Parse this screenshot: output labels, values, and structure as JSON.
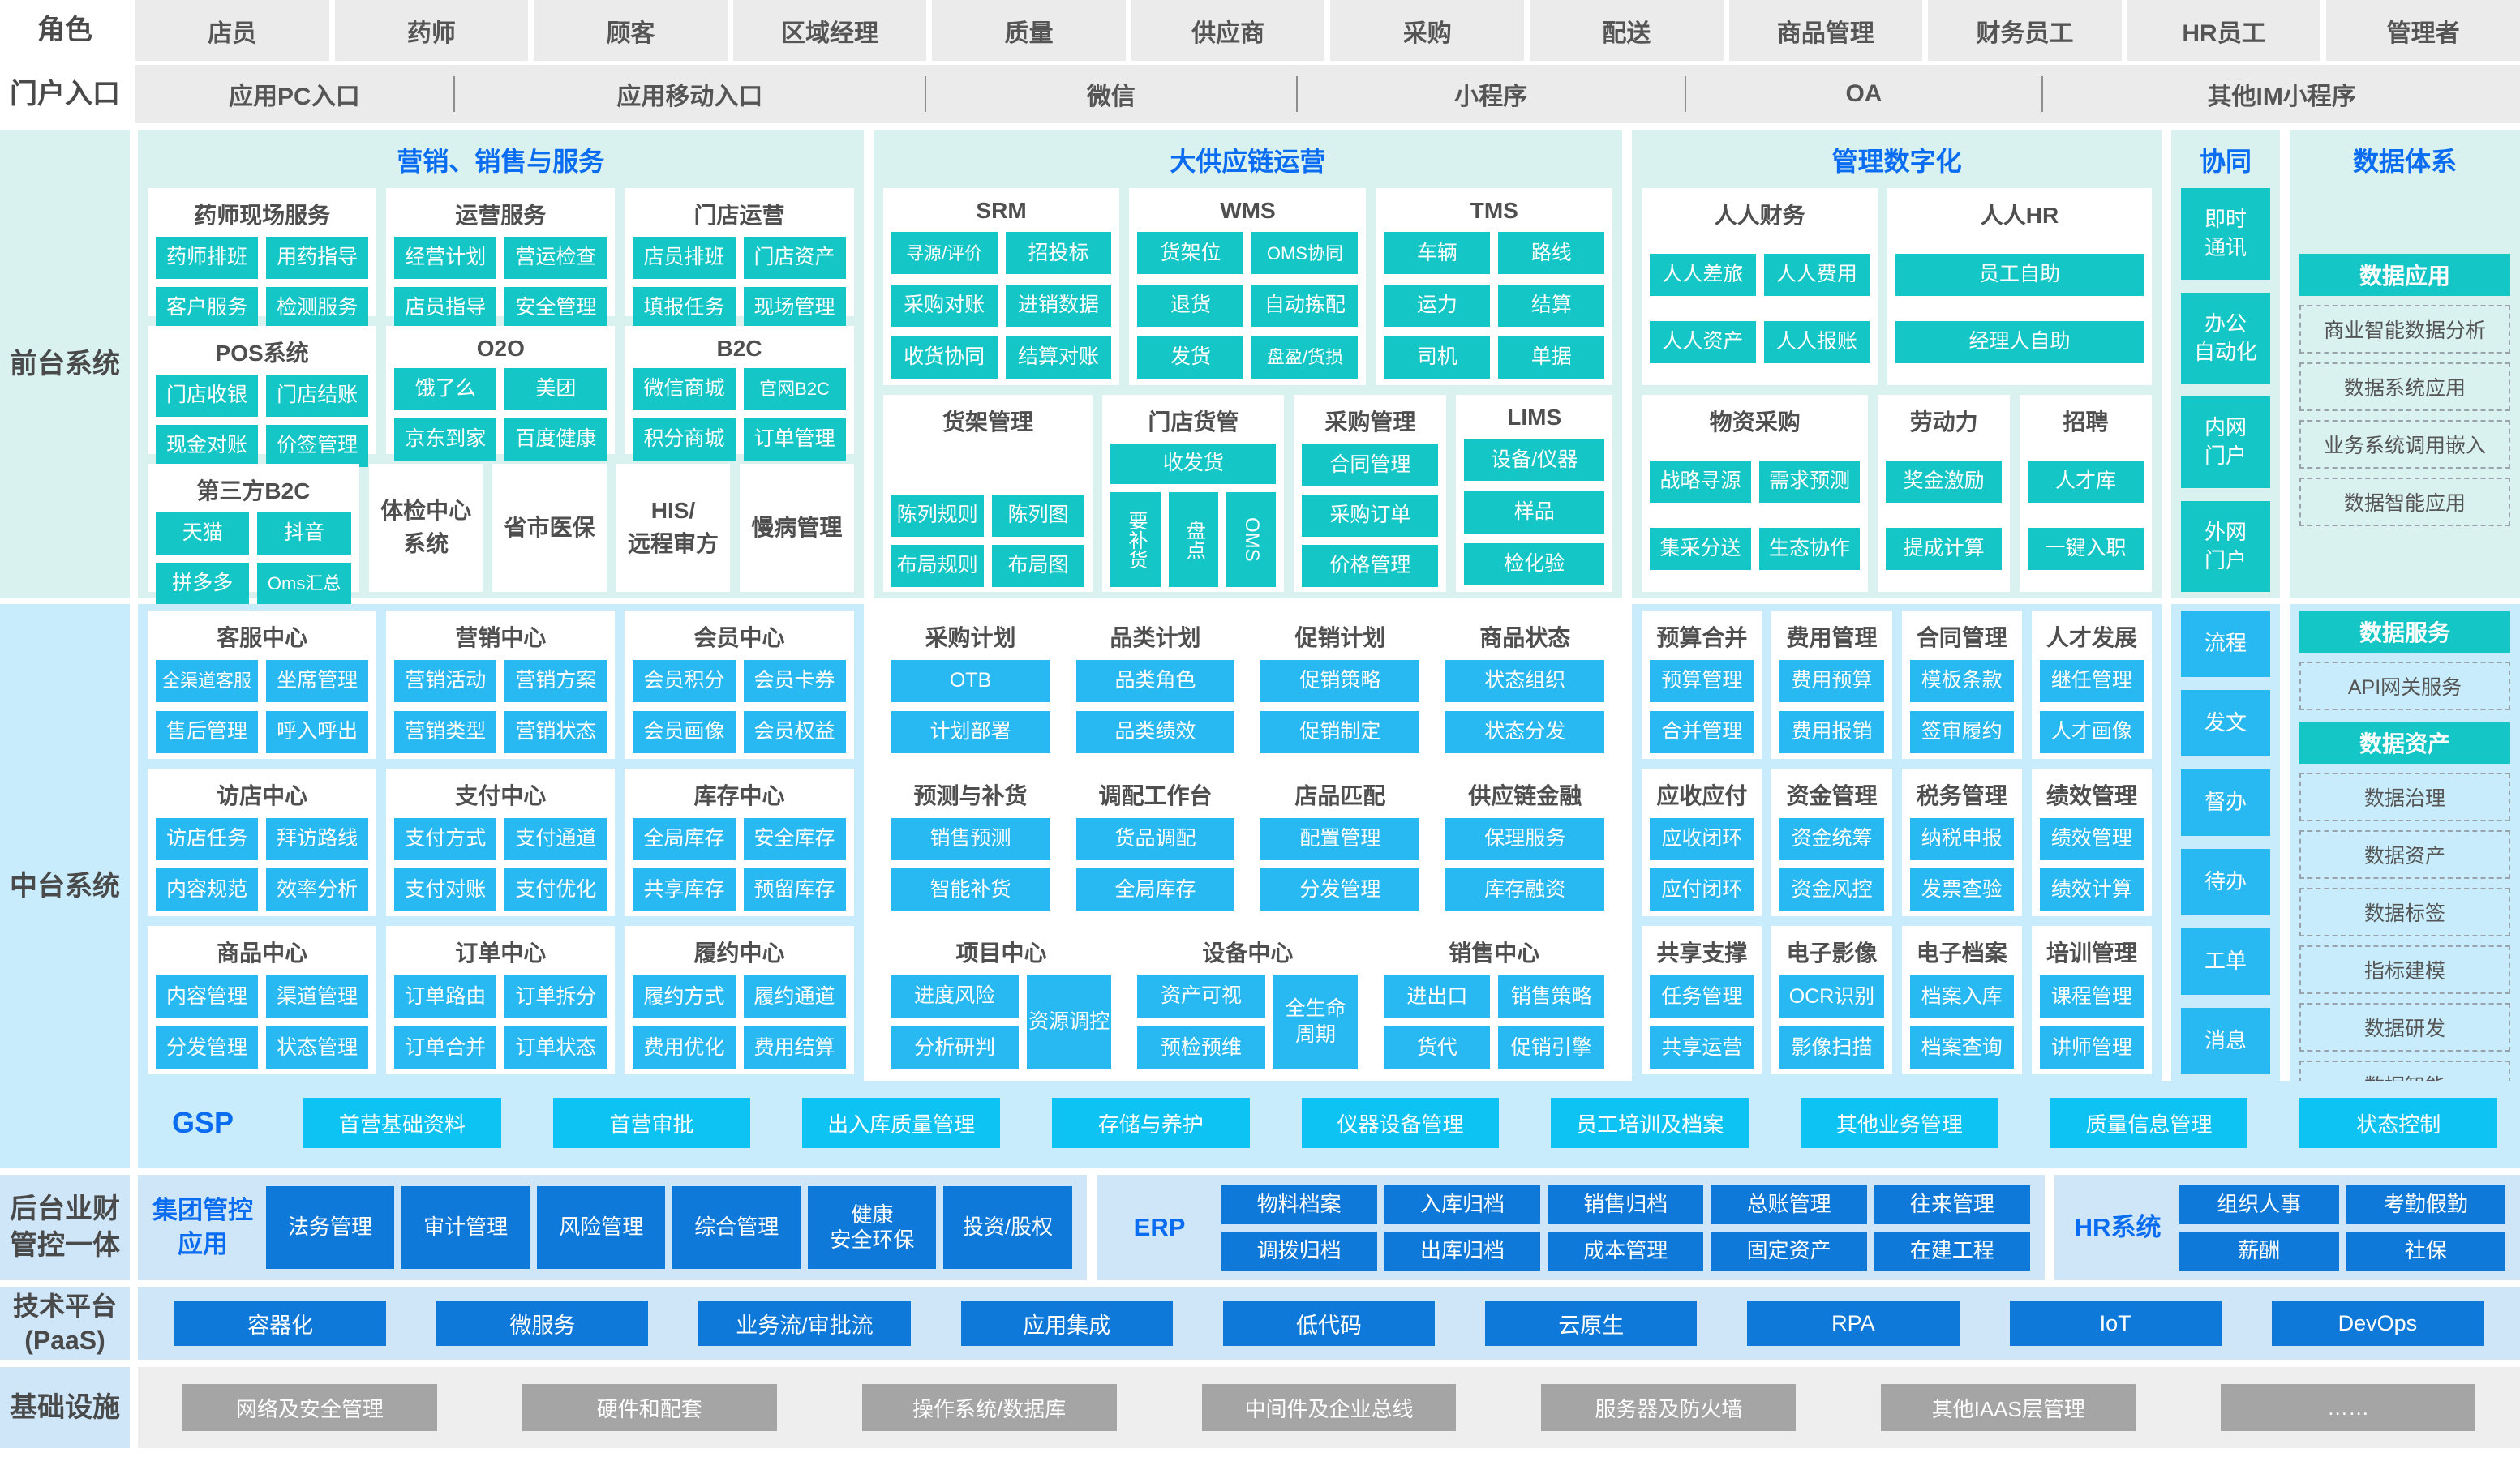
{
  "colors": {
    "gray_box": "#ebebeb",
    "title_blue": "#0a6cf0",
    "front_band_bg": "#d9f2f0",
    "front_item": "#14c6c6",
    "mid_band_bg": "#c8ecfb",
    "mid_item": "#28b8f2",
    "gsp_item": "#0dc3f4",
    "back_band_bg": "#cfe6f9",
    "back_item": "#0e79d8",
    "infra_band_bg": "#eeeeee",
    "infra_item": "#a5a5a5"
  },
  "roles_row": {
    "label": "角色",
    "items": [
      "店员",
      "药师",
      "顾客",
      "区域经理",
      "质量",
      "供应商",
      "采购",
      "配送",
      "商品管理",
      "财务员工",
      "HR员工",
      "管理者"
    ]
  },
  "portal_row": {
    "label": "门户入口",
    "items": [
      "应用PC入口",
      "应用移动入口",
      "微信",
      "小程序",
      "OA",
      "其他IM小程序"
    ]
  },
  "front_band": {
    "sidebar_label": "前台系统",
    "panels": [
      {
        "name": "marketing-sales-service",
        "title": "营销、销售与服务",
        "flex": "9.0",
        "rows": [
          [
            {
              "title": "药师现场服务",
              "kind": "grid2",
              "items": [
                "药师排班",
                "用药指导",
                "客户服务",
                "检测服务"
              ]
            },
            {
              "title": "运营服务",
              "kind": "grid2",
              "items": [
                "经营计划",
                "营运检查",
                "店员指导",
                "安全管理"
              ]
            },
            {
              "title": "门店运营",
              "kind": "grid2",
              "items": [
                "店员排班",
                "门店资产",
                "填报任务",
                "现场管理"
              ]
            }
          ],
          [
            {
              "title": "POS系统",
              "kind": "grid2",
              "items": [
                "门店收银",
                "门店结账",
                "现金对账",
                "价签管理"
              ]
            },
            {
              "title": "O2O",
              "kind": "grid2",
              "items": [
                "饿了么",
                "美团",
                "京东到家",
                "百度健康"
              ]
            },
            {
              "title": "B2C",
              "kind": "grid2",
              "items": [
                "微信商城",
                "官网B2C",
                "积分商城",
                "订单管理"
              ]
            }
          ],
          [
            {
              "title": "第三方B2C",
              "kind": "grid2",
              "flex": "2.0",
              "items": [
                "天猫",
                "抖音",
                "拼多多",
                "Oms汇总"
              ]
            },
            {
              "title": "体检中心\n系统",
              "kind": "plain",
              "flex": "1"
            },
            {
              "title": "省市医保",
              "kind": "plain",
              "flex": "1"
            },
            {
              "title": "HIS/\n远程审方",
              "kind": "plain",
              "flex": "1"
            },
            {
              "title": "慢病管理",
              "kind": "plain",
              "flex": "1"
            }
          ]
        ]
      },
      {
        "name": "supply-chain-operation",
        "title": "大供应链运营",
        "flex": "9.3",
        "rows": [
          [
            {
              "title": "SRM",
              "kind": "grid2",
              "items": [
                "寻源/评价",
                "招投标",
                "采购对账",
                "进销数据",
                "收货协同",
                "结算对账"
              ]
            },
            {
              "title": "WMS",
              "kind": "grid2",
              "items": [
                "货架位",
                "OMS协同",
                "退货",
                "自动拣配",
                "发货",
                "盘盈/货损"
              ]
            },
            {
              "title": "TMS",
              "kind": "grid2",
              "items": [
                "车辆",
                "路线",
                "运力",
                "结算",
                "司机",
                "单据"
              ]
            }
          ],
          [
            {
              "title": "货架管理",
              "kind": "spacer-grid2",
              "flex": "1.38",
              "items": [
                "陈列规则",
                "陈列图",
                "布局规则",
                "布局图"
              ]
            },
            {
              "title": "门店货管",
              "kind": "storegoods",
              "flex": "1.18",
              "items": [
                "收发货",
                "要补货",
                "盘点",
                "OMS"
              ]
            },
            {
              "title": "采购管理",
              "kind": "stack",
              "flex": "0.97",
              "items": [
                "合同管理",
                "采购订单",
                "价格管理"
              ]
            },
            {
              "title": "LIMS",
              "kind": "stack",
              "flex": "1.0",
              "items": [
                "设备/仪器",
                "样品",
                "检化验"
              ]
            }
          ]
        ]
      },
      {
        "name": "management-digitalization",
        "title": "管理数字化",
        "flex": "6.5",
        "rows": [
          [
            {
              "title": "人人财务",
              "kind": "grid2",
              "flex": "1",
              "items": [
                "人人差旅",
                "人人费用",
                "人人资产",
                "人人报账"
              ]
            },
            {
              "title": "人人HR",
              "kind": "stack",
              "flex": "1.13",
              "items": [
                "员工自助",
                "经理人自助"
              ]
            }
          ],
          [
            {
              "title": "物资采购",
              "kind": "grid2",
              "flex": "1.45",
              "items": [
                "战略寻源",
                "需求预测",
                "集采分送",
                "生态协作"
              ]
            },
            {
              "title": "劳动力",
              "kind": "stack",
              "flex": "0.8",
              "items": [
                "奖金激励",
                "提成计算"
              ]
            },
            {
              "title": "招聘",
              "kind": "stack",
              "flex": "0.8",
              "items": [
                "人才库",
                "一键入职"
              ]
            }
          ]
        ]
      }
    ],
    "collab": {
      "title": "协同",
      "items": [
        "即时\n通讯",
        "办公\n自动化",
        "内网\n门户",
        "外网\n门户"
      ]
    },
    "data_system": {
      "title": "数据体系",
      "groups": [
        {
          "header": "数据应用",
          "items": [
            "商业智能数据分析",
            "数据系统应用",
            "业务系统调用嵌入",
            "数据智能应用"
          ]
        }
      ]
    }
  },
  "middle_band": {
    "sidebar_label": "中台系统",
    "panels": [
      {
        "name": "mid-service-centers",
        "flex": "9.0",
        "bg": "band",
        "rows": [
          [
            {
              "title": "客服中心",
              "kind": "grid2",
              "items": [
                "全渠道客服",
                "坐席管理",
                "售后管理",
                "呼入呼出"
              ]
            },
            {
              "title": "营销中心",
              "kind": "grid2",
              "items": [
                "营销活动",
                "营销方案",
                "营销类型",
                "营销状态"
              ]
            },
            {
              "title": "会员中心",
              "kind": "grid2",
              "items": [
                "会员积分",
                "会员卡券",
                "会员画像",
                "会员权益"
              ]
            }
          ],
          [
            {
              "title": "访店中心",
              "kind": "grid2",
              "items": [
                "访店任务",
                "拜访路线",
                "内容规范",
                "效率分析"
              ]
            },
            {
              "title": "支付中心",
              "kind": "grid2",
              "items": [
                "支付方式",
                "支付通道",
                "支付对账",
                "支付优化"
              ]
            },
            {
              "title": "库存中心",
              "kind": "grid2",
              "items": [
                "全局库存",
                "安全库存",
                "共享库存",
                "预留库存"
              ]
            }
          ],
          [
            {
              "title": "商品中心",
              "kind": "grid2",
              "items": [
                "内容管理",
                "渠道管理",
                "分发管理",
                "状态管理"
              ]
            },
            {
              "title": "订单中心",
              "kind": "grid2",
              "items": [
                "订单路由",
                "订单拆分",
                "订单合并",
                "订单状态"
              ]
            },
            {
              "title": "履约中心",
              "kind": "grid2",
              "items": [
                "履约方式",
                "履约通道",
                "费用优化",
                "费用结算"
              ]
            }
          ]
        ]
      },
      {
        "name": "mid-planning-centers",
        "flex": "9.3",
        "bg": "white",
        "rows": [
          [
            {
              "title": "采购计划",
              "kind": "stack",
              "items": [
                "OTB",
                "计划部署"
              ]
            },
            {
              "title": "品类计划",
              "kind": "stack",
              "items": [
                "品类角色",
                "品类绩效"
              ]
            },
            {
              "title": "促销计划",
              "kind": "stack",
              "items": [
                "促销策略",
                "促销制定"
              ]
            },
            {
              "title": "商品状态",
              "kind": "stack",
              "items": [
                "状态组织",
                "状态分发"
              ]
            }
          ],
          [
            {
              "title": "预测与补货",
              "kind": "stack",
              "items": [
                "销售预测",
                "智能补货"
              ]
            },
            {
              "title": "调配工作台",
              "kind": "stack",
              "items": [
                "货品调配",
                "全局库存"
              ]
            },
            {
              "title": "店品匹配",
              "kind": "stack",
              "items": [
                "配置管理",
                "分发管理"
              ]
            },
            {
              "title": "供应链金融",
              "kind": "stack",
              "items": [
                "保理服务",
                "库存融资"
              ]
            }
          ],
          [
            {
              "title": "项目中心",
              "kind": "stack-tall",
              "items": [
                "进度风险",
                "分析研判",
                "资源调控"
              ]
            },
            {
              "title": "设备中心",
              "kind": "stack-tall",
              "items": [
                "资产可视",
                "预检预维",
                "全生命\n周期"
              ]
            },
            {
              "title": "销售中心",
              "kind": "grid2",
              "items": [
                "进出口",
                "销售策略",
                "货代",
                "促销引擎"
              ]
            }
          ]
        ]
      },
      {
        "name": "mid-finance-hr-centers",
        "flex": "6.5",
        "bg": "band",
        "rows": [
          [
            {
              "title": "预算合并",
              "kind": "stack",
              "items": [
                "预算管理",
                "合并管理"
              ]
            },
            {
              "title": "费用管理",
              "kind": "stack",
              "items": [
                "费用预算",
                "费用报销"
              ]
            },
            {
              "title": "合同管理",
              "kind": "stack",
              "items": [
                "模板条款",
                "签审履约"
              ]
            },
            {
              "title": "人才发展",
              "kind": "stack",
              "items": [
                "继任管理",
                "人才画像"
              ]
            }
          ],
          [
            {
              "title": "应收应付",
              "kind": "stack",
              "items": [
                "应收闭环",
                "应付闭环"
              ]
            },
            {
              "title": "资金管理",
              "kind": "stack",
              "items": [
                "资金统筹",
                "资金风控"
              ]
            },
            {
              "title": "税务管理",
              "kind": "stack",
              "items": [
                "纳税申报",
                "发票查验"
              ]
            },
            {
              "title": "绩效管理",
              "kind": "stack",
              "items": [
                "绩效管理",
                "绩效计算"
              ]
            }
          ],
          [
            {
              "title": "共享支撑",
              "kind": "stack",
              "items": [
                "任务管理",
                "共享运营"
              ]
            },
            {
              "title": "电子影像",
              "kind": "stack",
              "items": [
                "OCR识别",
                "影像扫描"
              ]
            },
            {
              "title": "电子档案",
              "kind": "stack",
              "items": [
                "档案入库",
                "档案查询"
              ]
            },
            {
              "title": "培训管理",
              "kind": "stack",
              "items": [
                "课程管理",
                "讲师管理"
              ]
            }
          ]
        ]
      }
    ],
    "collab": {
      "items": [
        "流程",
        "发文",
        "督办",
        "待办",
        "工单",
        "消息"
      ]
    },
    "data_system": {
      "groups": [
        {
          "header": "数据服务",
          "items": [
            "API网关服务"
          ]
        },
        {
          "header": "数据资产",
          "items": [
            "数据治理",
            "数据资产",
            "数据标签",
            "指标建模",
            "数据研发",
            "数据智能"
          ]
        }
      ]
    },
    "gsp": {
      "label": "GSP",
      "items": [
        "首营基础资料",
        "首营审批",
        "出入库质量管理",
        "存储与养护",
        "仪器设备管理",
        "员工培训及档案",
        "其他业务管理",
        "质量信息管理",
        "状态控制"
      ]
    }
  },
  "backoffice_band": {
    "sidebar_label": "后台业财\n管控一体",
    "panels": [
      {
        "name": "group-control-apps",
        "label": "集团管控\n应用",
        "flex": "5.9",
        "cols": 6,
        "tall": true,
        "items": [
          "法务管理",
          "审计管理",
          "风险管理",
          "综合管理",
          "健康\n安全环保",
          "投资/股权"
        ]
      },
      {
        "name": "erp",
        "label": "ERP",
        "flex": "5.9",
        "cols": 5,
        "tall": false,
        "items": [
          "物料档案",
          "入库归档",
          "销售归档",
          "总账管理",
          "往来管理",
          "调拨归档",
          "出库归档",
          "成本管理",
          "固定资产",
          "在建工程"
        ]
      },
      {
        "name": "hr-system",
        "label": "HR系统",
        "flex": "2.8",
        "cols": 2,
        "tall": false,
        "items": [
          "组织人事",
          "考勤假勤",
          "薪酬",
          "社保"
        ]
      }
    ]
  },
  "paas_band": {
    "sidebar_label": "技术平台\n(PaaS)",
    "items": [
      "容器化",
      "微服务",
      "业务流/审批流",
      "应用集成",
      "低代码",
      "云原生",
      "RPA",
      "IoT",
      "DevOps"
    ]
  },
  "infra_band": {
    "sidebar_label": "基础设施",
    "items": [
      "网络及安全管理",
      "硬件和配套",
      "操作系统/数据库",
      "中间件及企业总线",
      "服务器及防火墙",
      "其他IAAS层管理",
      "……"
    ]
  }
}
